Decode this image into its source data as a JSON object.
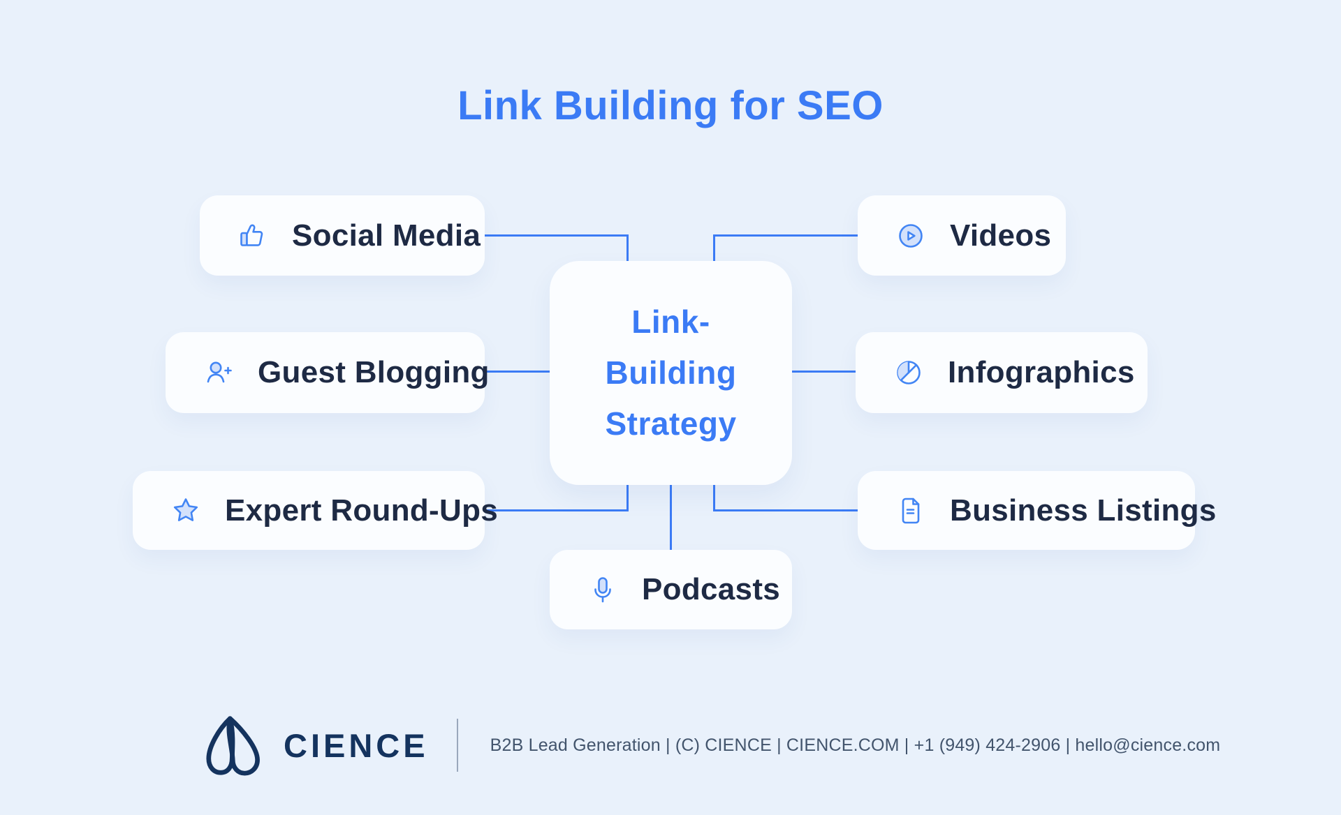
{
  "title": "Link Building for SEO",
  "center": {
    "lines": [
      "Link-",
      "Building",
      "Strategy"
    ]
  },
  "nodes": [
    {
      "id": "social-media",
      "label": "Social Media",
      "icon": "thumbs-up-icon"
    },
    {
      "id": "guest-blogging",
      "label": "Guest Blogging",
      "icon": "user-plus-icon"
    },
    {
      "id": "expert-round-ups",
      "label": "Expert Round-Ups",
      "icon": "star-icon"
    },
    {
      "id": "videos",
      "label": "Videos",
      "icon": "play-circle-icon"
    },
    {
      "id": "infographics",
      "label": "Infographics",
      "icon": "pie-chart-icon"
    },
    {
      "id": "business-listings",
      "label": "Business Listings",
      "icon": "document-icon"
    },
    {
      "id": "podcasts",
      "label": "Podcasts",
      "icon": "microphone-icon"
    }
  ],
  "footer": {
    "brand": "CIENCE",
    "info": "B2B Lead Generation | (C) CIENCE | CIENCE.COM | +1 (949) 424-2906 | hello@cience.com"
  },
  "colors": {
    "background": "#e9f1fb",
    "card": "#fbfdff",
    "accent_blue": "#3b7bf5",
    "icon_blue": "#4285f4",
    "icon_fill": "#d3e1fb",
    "text_dark": "#1e2a44",
    "navy": "#14335e",
    "footer_text": "#42546c"
  }
}
